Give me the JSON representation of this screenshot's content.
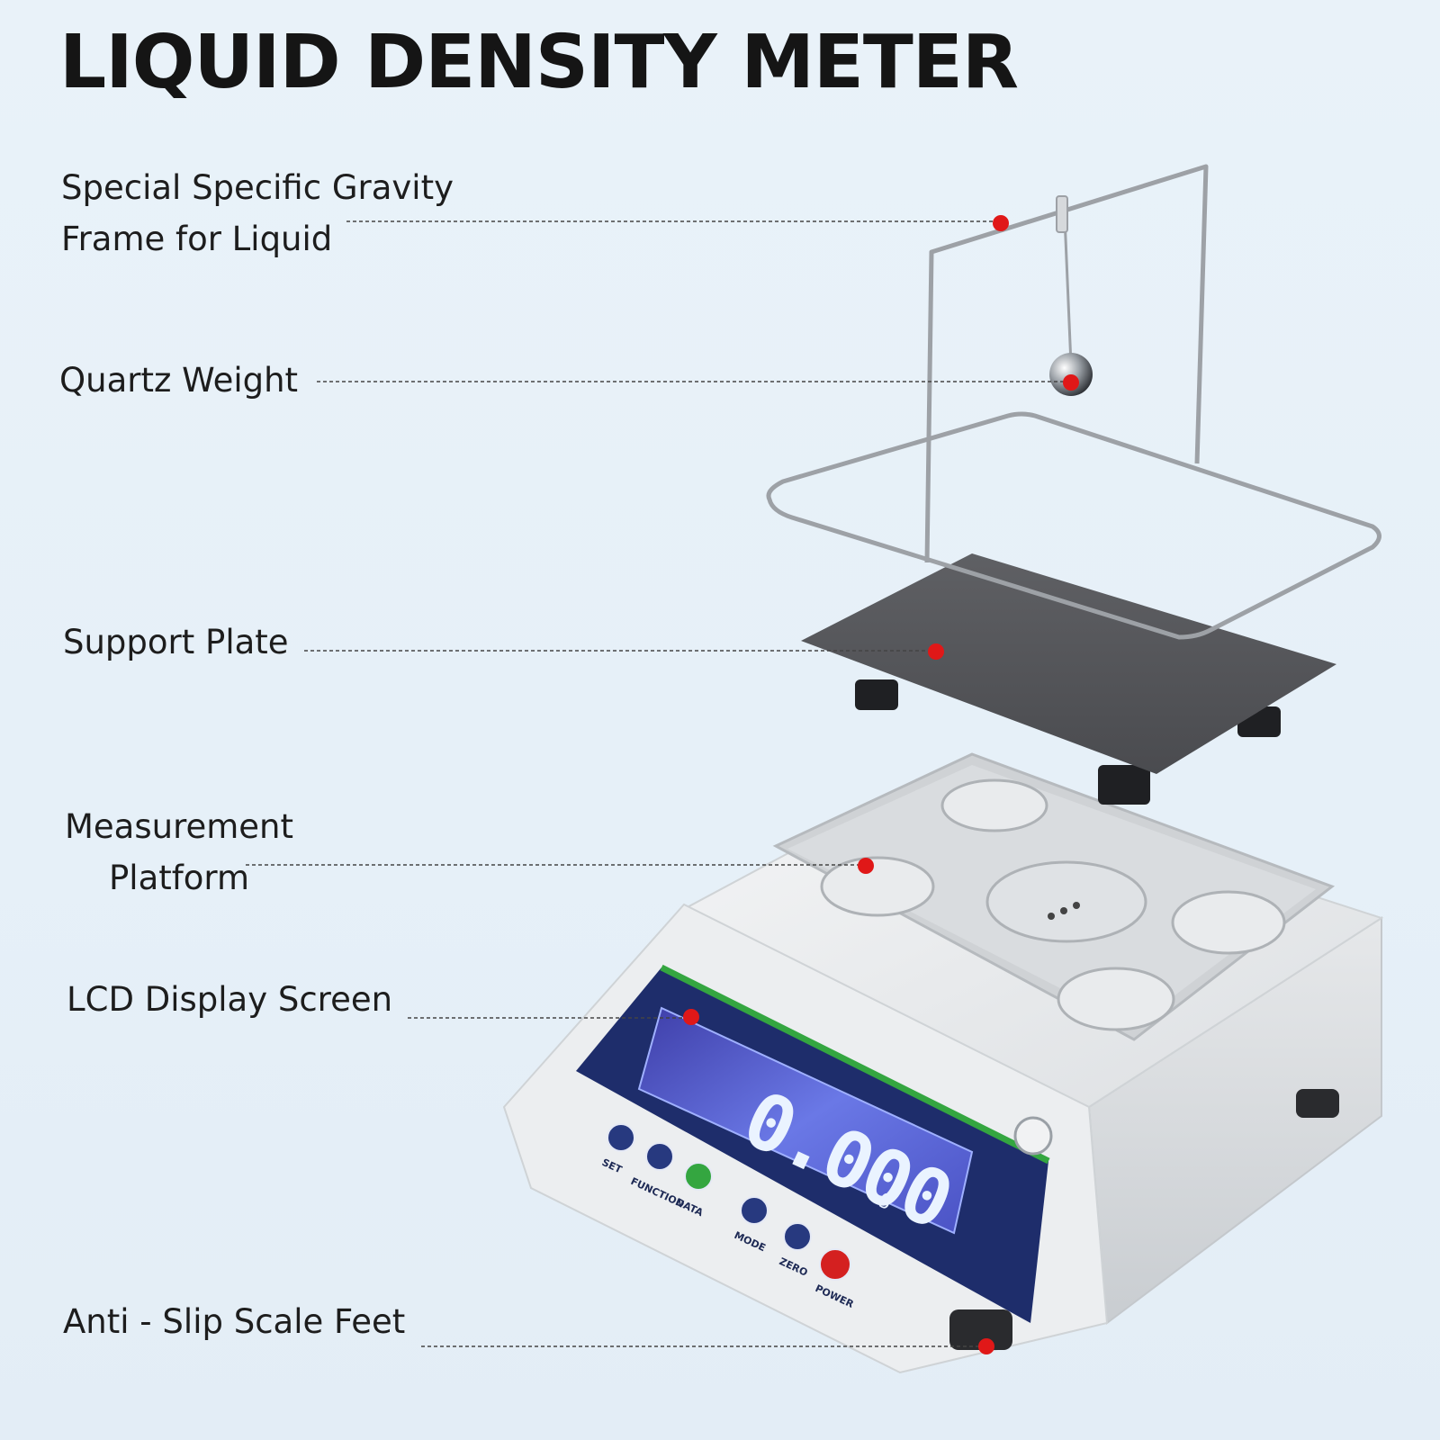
{
  "title": "LIQUID DENSITY METER",
  "callouts": {
    "frame_line1": "Special Specific Gravity",
    "frame_line2": "Frame for Liquid",
    "quartz": "Quartz Weight",
    "plate": "Support Plate",
    "platform_line1": "Measurement",
    "platform_line2": "Platform",
    "lcd": "LCD Display Screen",
    "feet": "Anti - Slip Scale Feet"
  },
  "display": {
    "reading": "0.000",
    "unit": "g"
  },
  "buttons": {
    "set": "SET",
    "function": "FUNCTION",
    "data": "DATA",
    "mode": "MODE",
    "zero": "ZERO",
    "power": "POWER"
  },
  "colors": {
    "marker": "#e01818",
    "panel": "#1e2d6b",
    "lcd": "#5a64d8",
    "accent_green": "#34a640",
    "power_red": "#d42020"
  }
}
